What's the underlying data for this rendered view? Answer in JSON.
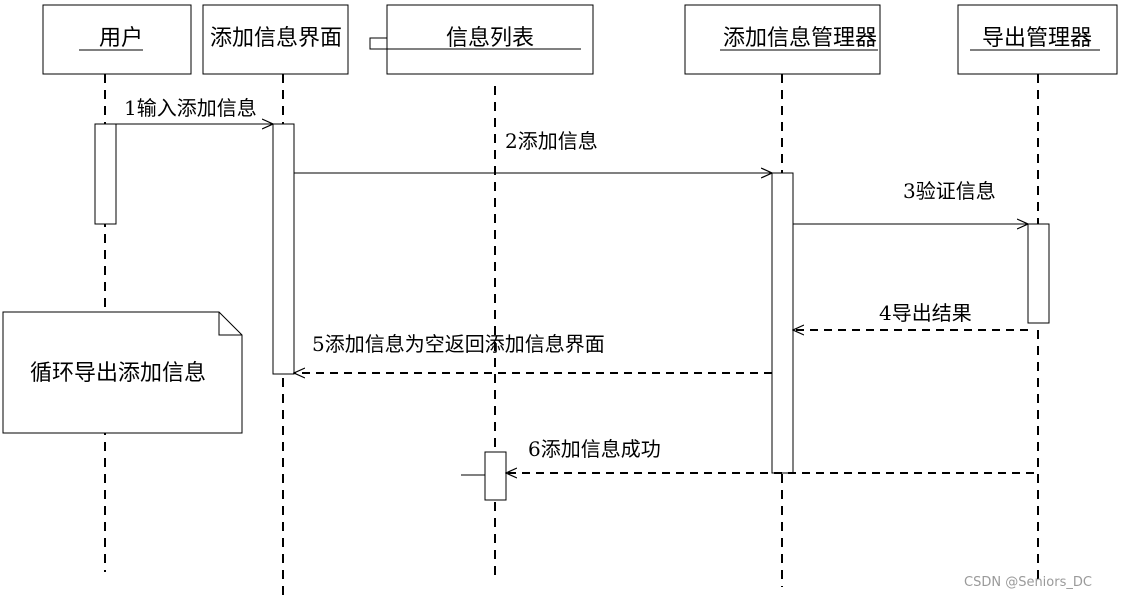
{
  "lifelines": [
    {
      "id": "user",
      "label": "用户"
    },
    {
      "id": "ui",
      "label": "添加信息界面"
    },
    {
      "id": "list",
      "label": "信息列表"
    },
    {
      "id": "mgr",
      "label": "添加信息管理器"
    },
    {
      "id": "export",
      "label": "导出管理器"
    }
  ],
  "messages": [
    {
      "label": "1输入添加信息"
    },
    {
      "label": "2添加信息"
    },
    {
      "label": "3验证信息"
    },
    {
      "label": "4导出结果"
    },
    {
      "label": "5添加信息为空返回添加信息界面"
    },
    {
      "label": "6添加信息成功"
    }
  ],
  "note": {
    "text": "循环导出添加信息"
  },
  "watermark": "CSDN @Seniors_DC"
}
